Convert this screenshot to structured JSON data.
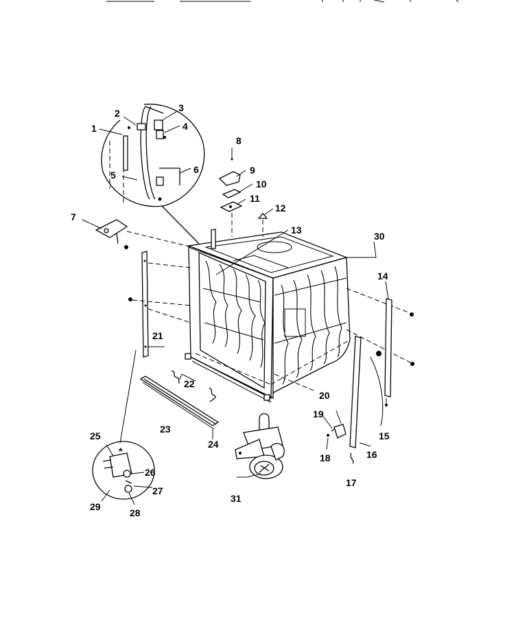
{
  "diagram": {
    "callouts": [
      "1",
      "2",
      "3",
      "4",
      "5",
      "6",
      "7",
      "8",
      "9",
      "10",
      "11",
      "12",
      "13",
      "14",
      "15",
      "16",
      "17",
      "18",
      "19",
      "20",
      "21",
      "22",
      "23",
      "24",
      "25",
      "26",
      "27",
      "28",
      "29",
      "30",
      "31"
    ],
    "asterisk": "*"
  },
  "colors": {
    "ink": "#000000",
    "paper": "#ffffff"
  }
}
